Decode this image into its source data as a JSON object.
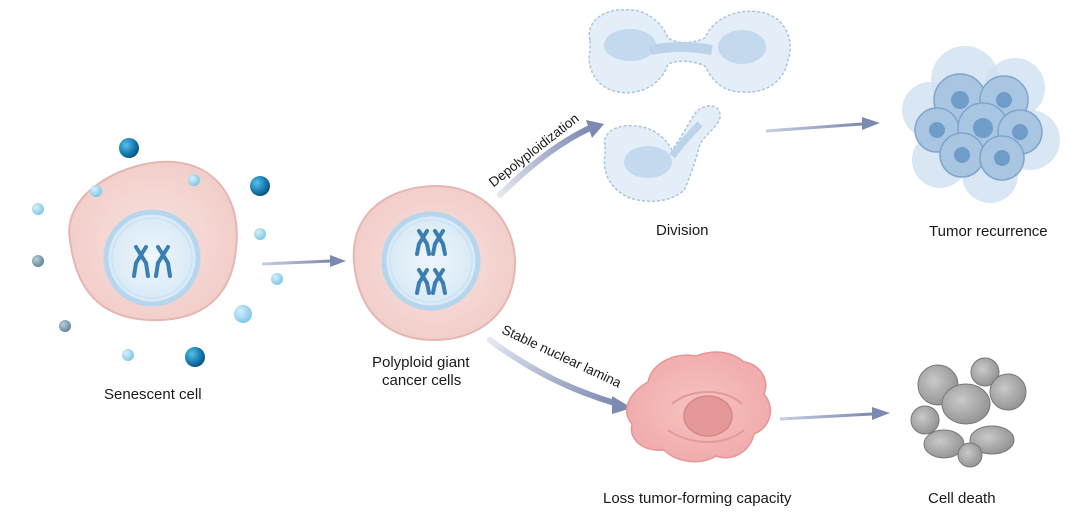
{
  "labels": {
    "senescent": "Senescent cell",
    "pgcc_line1": "Polyploid giant",
    "pgcc_line2": "cancer cells",
    "depolyploidization": "Depolyploidization",
    "stable_lamina": "Stable nuclear lamina",
    "division": "Division",
    "tumor_recurrence": "Tumor recurrence",
    "loss_capacity": "Loss tumor-forming capacity",
    "cell_death": "Cell death"
  },
  "colors": {
    "cell_fill": "#f3d3d0",
    "cell_stroke": "#e4b2ad",
    "nucleus_ring": "#b9d8ee",
    "nucleus_fill": "#e7f2fa",
    "chromosome": "#3d7fb0",
    "arrow": "#8b97bb",
    "dividing_cell": "#dbe9f5",
    "tumor_cell": "#8fb4d6",
    "dying_cell": "#9a9a9a",
    "lost_cell": "#f0a3a3"
  }
}
